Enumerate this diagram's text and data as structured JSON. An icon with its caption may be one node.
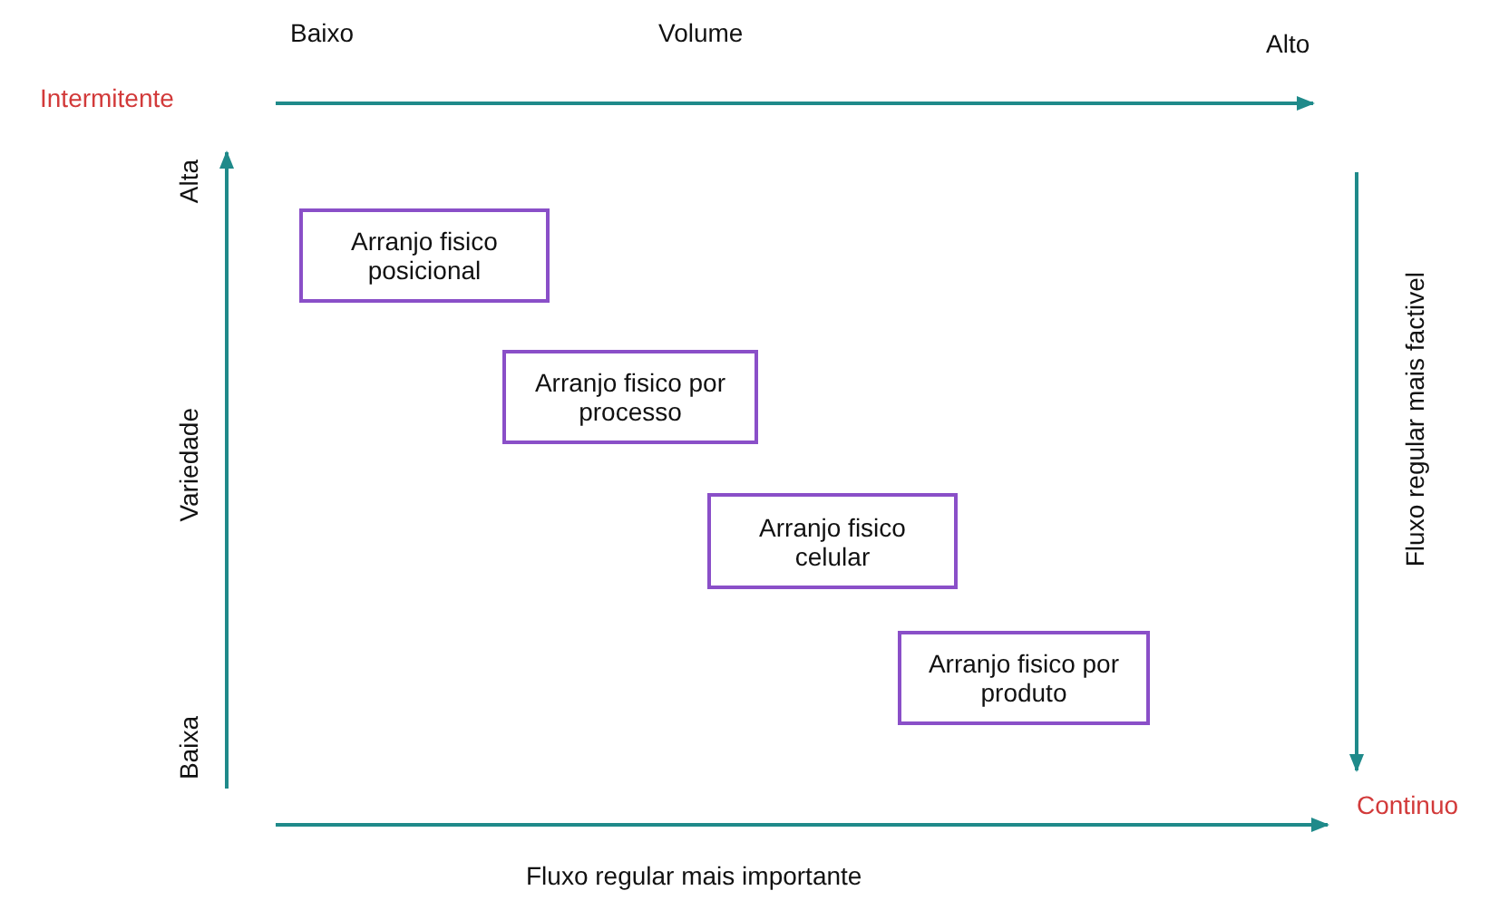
{
  "diagram": {
    "nodes": [
      {
        "text": [
          "Arranjo fisico posicional"
        ]
      },
      {
        "text": [
          "Arranjo fisico por processo"
        ]
      },
      {
        "text": [
          "Arranjo fisico celular"
        ]
      },
      {
        "text": [
          "Arranjo fisico por produto"
        ]
      }
    ],
    "labels": [
      "Baixo",
      "Volume",
      "Alto",
      "Intermitente",
      "Alta",
      "Variedade",
      "Baixa",
      "Fluxo regular mais factivel",
      "Continuo",
      "Fluxo regular mais importante"
    ]
  }
}
